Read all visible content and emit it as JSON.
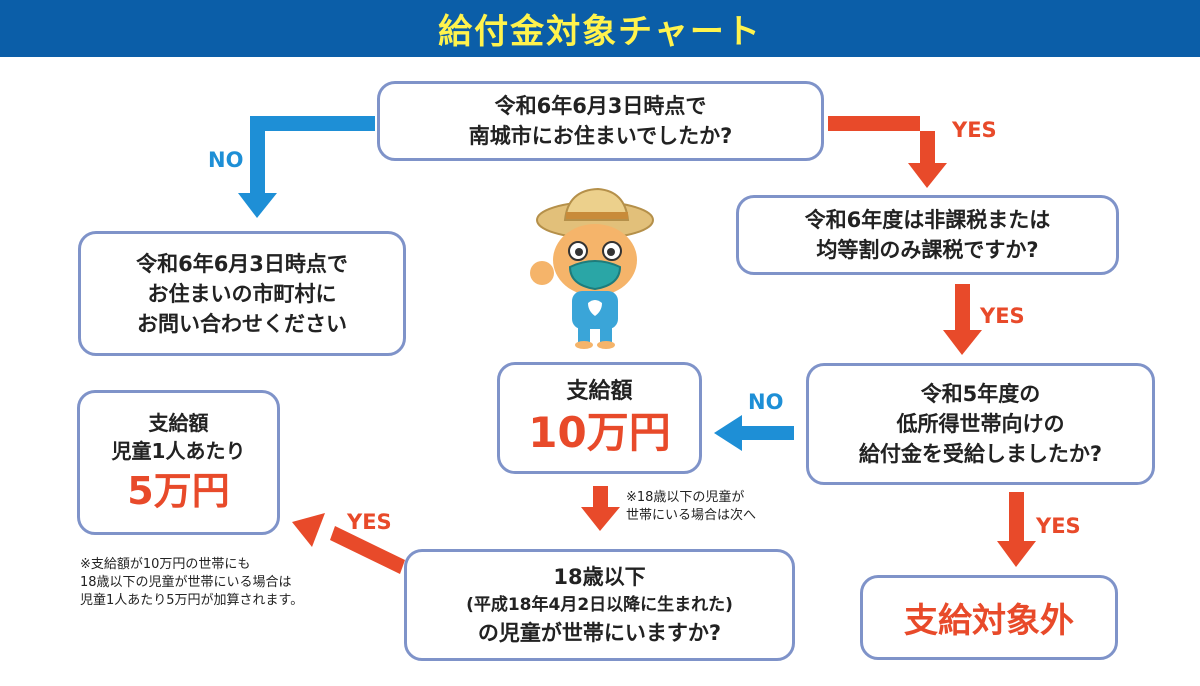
{
  "header": {
    "title": "給付金対象チャート"
  },
  "nodes": {
    "q1": {
      "line1": "令和6年6月3日時点で",
      "line2": "南城市にお住まいでしたか?"
    },
    "q2": {
      "line1": "令和6年度は非課税または",
      "line2": "均等割のみ課税ですか?"
    },
    "q3": {
      "line1": "令和5年度の",
      "line2": "低所得世帯向けの",
      "line3": "給付金を受給しましたか?"
    },
    "q4": {
      "line1": "18歳以下",
      "line2": "(平成18年4月2日以降に生まれた)",
      "line3": "の児童が世帯にいますか?"
    },
    "contact": {
      "line1": "令和6年6月3日時点で",
      "line2": "お住まいの市町村に",
      "line3": "お問い合わせください"
    },
    "pay10": {
      "label": "支給額",
      "amount": "10万円"
    },
    "pay5": {
      "label1": "支給額",
      "label2": "児童1人あたり",
      "amount": "5万円"
    },
    "excluded": {
      "text": "支給対象外"
    }
  },
  "labels": {
    "yes": "YES",
    "no": "NO"
  },
  "notes": {
    "note1": {
      "line1": "※18歳以下の児童が",
      "line2": "世帯にいる場合は次へ"
    },
    "note2": {
      "line1": "※支給額が10万円の世帯にも",
      "line2": "18歳以下の児童が世帯にいる場合は",
      "line3": "児童1人あたり5万円が加算されます。"
    }
  },
  "colors": {
    "header_bg": "#0b5ea8",
    "title": "#fff34d",
    "border": "#7f93c9",
    "yes": "#e84a2a",
    "no": "#1e8fd6"
  },
  "mascot": {
    "icon": "mascot-character-with-straw-hat"
  }
}
